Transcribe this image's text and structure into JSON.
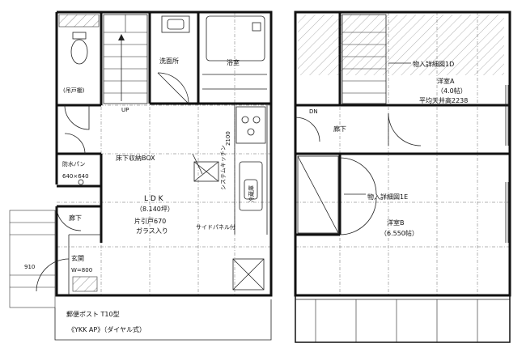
{
  "floor1": {
    "toilet": "(吊戸棚)",
    "washroom": "洗面所",
    "bath": "浴室",
    "up": "UP",
    "floor_storage": "床下収納BOX",
    "pantry": "防水パン",
    "pantry_size": "640×640",
    "ldk": "L D K",
    "ldk_area": "（8.140坪）",
    "sliding_door": "片引戸670",
    "glass": "ガラス入り",
    "kitchen_label_1": "システムキッチン",
    "kitchen_label_2": "2100",
    "fridge": "冷蔵庫",
    "side_panel": "サイドパネル付",
    "corridor": "廊下",
    "entrance": "玄関",
    "entrance_width": "W=800",
    "width_mark": "910",
    "post": "郵便ポスト T10型",
    "post_maker": "《YKK AP》（ダイヤル式）"
  },
  "floor2": {
    "closet_label_1": "物入詳細図1D",
    "room_a": "洋室A",
    "room_a_area": "（4.0帖）",
    "ceiling": "平均天井高2238",
    "dn": "DN",
    "corridor": "廊下",
    "closet_label_2": "物入詳細図1E",
    "room_b": "洋室B",
    "room_b_area": "（6.550帖）"
  }
}
